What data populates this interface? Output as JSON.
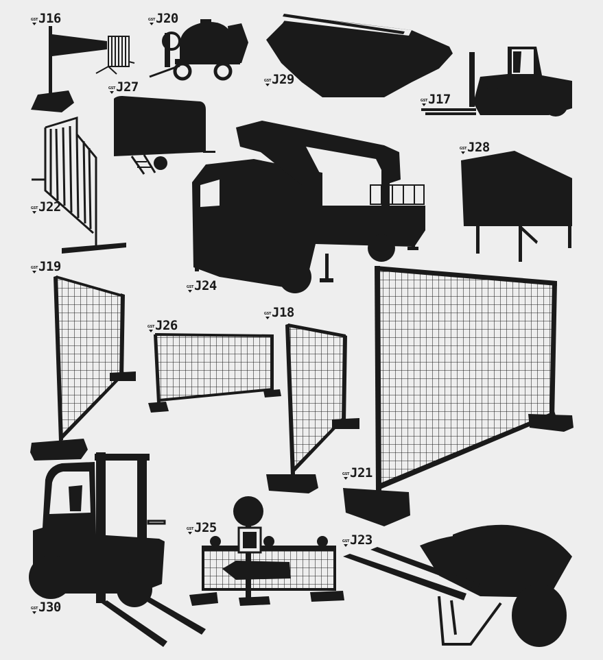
{
  "colors": {
    "background": "#eeeeee",
    "silhouette": "#1a1a1a"
  },
  "labels": {
    "j16": {
      "tag": "GST",
      "code": "J16"
    },
    "j20": {
      "tag": "GST",
      "code": "J20"
    },
    "j29": {
      "tag": "GST",
      "code": "J29"
    },
    "j17": {
      "tag": "GST",
      "code": "J17"
    },
    "j27": {
      "tag": "GST",
      "code": "J27"
    },
    "j28": {
      "tag": "GST",
      "code": "J28"
    },
    "j22": {
      "tag": "GST",
      "code": "J22"
    },
    "j24": {
      "tag": "GST",
      "code": "J24"
    },
    "j19": {
      "tag": "GST",
      "code": "J19"
    },
    "j26": {
      "tag": "GST",
      "code": "J26"
    },
    "j18": {
      "tag": "GST",
      "code": "J18"
    },
    "j21": {
      "tag": "GST",
      "code": "J21"
    },
    "j25": {
      "tag": "GST",
      "code": "J25"
    },
    "j23": {
      "tag": "GST",
      "code": "J23"
    },
    "j30": {
      "tag": "GST",
      "code": "J30"
    }
  }
}
